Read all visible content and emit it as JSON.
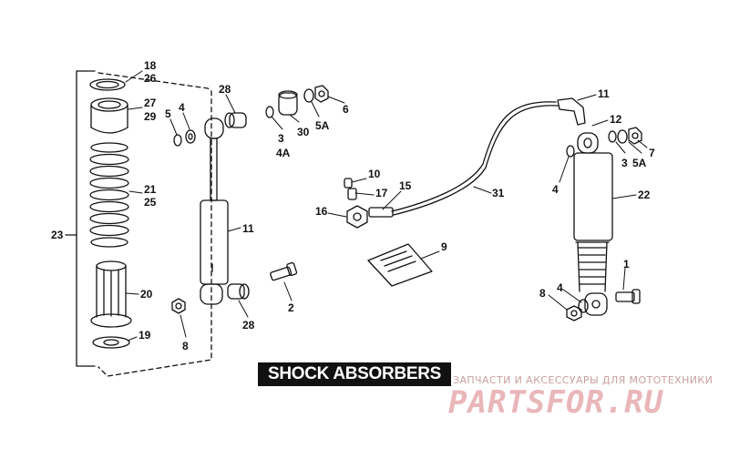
{
  "diagram": {
    "title": "SHOCK ABSORBERS",
    "callouts": [
      {
        "id": "c18",
        "text": "18"
      },
      {
        "id": "c26",
        "text": "26"
      },
      {
        "id": "c27",
        "text": "27"
      },
      {
        "id": "c29",
        "text": "29"
      },
      {
        "id": "c21",
        "text": "21"
      },
      {
        "id": "c25",
        "text": "25"
      },
      {
        "id": "c23",
        "text": "23"
      },
      {
        "id": "c20",
        "text": "20"
      },
      {
        "id": "c19",
        "text": "19"
      },
      {
        "id": "c5a",
        "text": "5"
      },
      {
        "id": "c4a",
        "text": "4"
      },
      {
        "id": "c28a",
        "text": "28"
      },
      {
        "id": "c11a",
        "text": "11"
      },
      {
        "id": "c28b",
        "text": "28"
      },
      {
        "id": "c8a",
        "text": "8"
      },
      {
        "id": "c2",
        "text": "2"
      },
      {
        "id": "c3a",
        "text": "3"
      },
      {
        "id": "c4A",
        "text": "4A"
      },
      {
        "id": "c30",
        "text": "30"
      },
      {
        "id": "c5Aa",
        "text": "5A"
      },
      {
        "id": "c6",
        "text": "6"
      },
      {
        "id": "c10",
        "text": "10"
      },
      {
        "id": "c17",
        "text": "17"
      },
      {
        "id": "c15",
        "text": "15"
      },
      {
        "id": "c16",
        "text": "16"
      },
      {
        "id": "c9",
        "text": "9"
      },
      {
        "id": "c31",
        "text": "31"
      },
      {
        "id": "c11b",
        "text": "11"
      },
      {
        "id": "c12",
        "text": "12"
      },
      {
        "id": "c3b",
        "text": "3"
      },
      {
        "id": "c5Ab",
        "text": "5A"
      },
      {
        "id": "c7",
        "text": "7"
      },
      {
        "id": "c4b",
        "text": "4"
      },
      {
        "id": "c22",
        "text": "22"
      },
      {
        "id": "c1",
        "text": "1"
      },
      {
        "id": "c8b",
        "text": "8"
      },
      {
        "id": "c4c",
        "text": "4"
      }
    ]
  },
  "watermark": {
    "tagline": "ЗАПЧАСТИ И АКСЕССУАРЫ ДЛЯ МОТОТЕХНИКИ",
    "logo": "PARTSFOR.RU",
    "color": "#e9b6b9"
  }
}
